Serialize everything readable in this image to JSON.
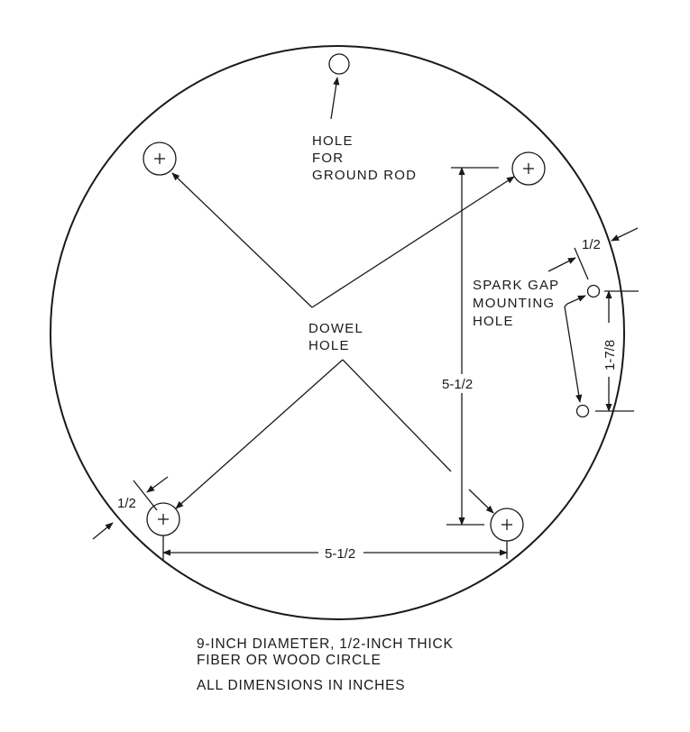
{
  "diagram": {
    "colors": {
      "ink": "#1a1a1a",
      "background": "#ffffff"
    },
    "labels": {
      "ground_rod": [
        "HOLE",
        "FOR",
        "GROUND ROD"
      ],
      "dowel": [
        "DOWEL",
        "HOLE"
      ],
      "spark_gap": [
        "SPARK GAP",
        "MOUNTING",
        "HOLE"
      ]
    },
    "dimensions": {
      "vertical_spacing": "5-1/2",
      "horizontal_spacing": "5-1/2",
      "spark_gap_spacing": "1-7/8",
      "edge_offset_right": "1/2",
      "edge_offset_left": "1/2"
    },
    "notes": [
      "9-INCH DIAMETER, 1/2-INCH THICK",
      "FIBER OR WOOD CIRCLE",
      "ALL DIMENSIONS IN INCHES"
    ]
  }
}
